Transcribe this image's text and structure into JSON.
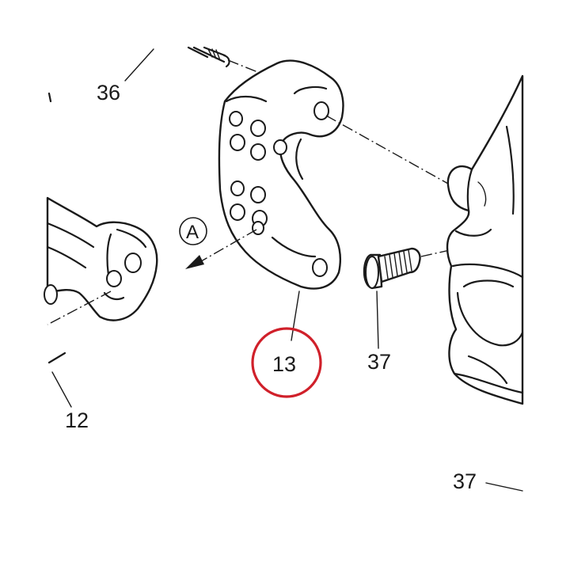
{
  "callouts": {
    "label_36": "36",
    "label_13": "13",
    "label_37_bolt": "37",
    "label_37_lower": "37",
    "label_12": "12"
  },
  "view_marker": {
    "letter": "A"
  },
  "highlight": {
    "target_part": "13",
    "color": "#d0202a"
  },
  "colors": {
    "line": "#1a1a1a",
    "background": "#ffffff"
  }
}
